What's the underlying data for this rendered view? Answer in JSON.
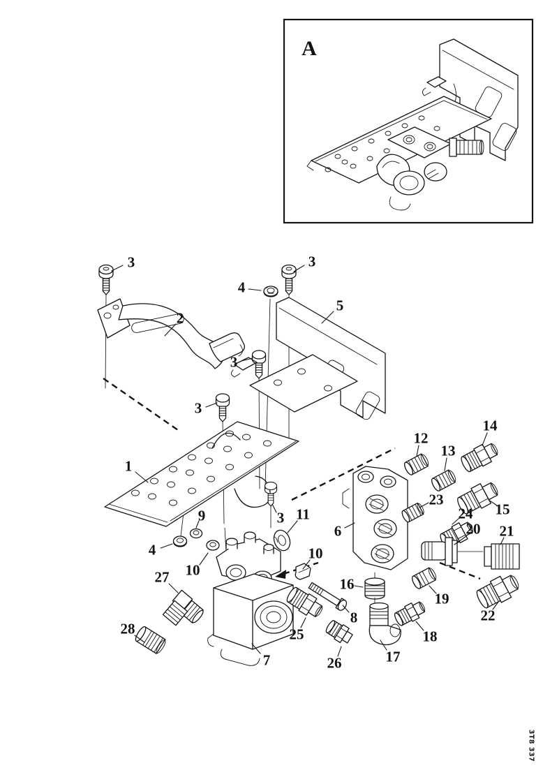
{
  "inset": {
    "label": "A"
  },
  "footer": {
    "drawing_number": "3T8 337"
  },
  "callouts": [
    {
      "label": "3"
    },
    {
      "label": "3"
    },
    {
      "label": "4"
    },
    {
      "label": "2"
    },
    {
      "label": "5"
    },
    {
      "label": "3"
    },
    {
      "label": "3"
    },
    {
      "label": "1"
    },
    {
      "label": "3"
    },
    {
      "label": "11"
    },
    {
      "label": "12"
    },
    {
      "label": "13"
    },
    {
      "label": "14"
    },
    {
      "label": "15"
    },
    {
      "label": "23"
    },
    {
      "label": "24"
    },
    {
      "label": "20"
    },
    {
      "label": "21"
    },
    {
      "label": "6"
    },
    {
      "label": "9"
    },
    {
      "label": "4"
    },
    {
      "label": "10"
    },
    {
      "label": "10"
    },
    {
      "label": "27"
    },
    {
      "label": "16"
    },
    {
      "label": "19"
    },
    {
      "label": "8"
    },
    {
      "label": "18"
    },
    {
      "label": "25"
    },
    {
      "label": "22"
    },
    {
      "label": "17"
    },
    {
      "label": "26"
    },
    {
      "label": "7"
    },
    {
      "label": "28"
    }
  ]
}
